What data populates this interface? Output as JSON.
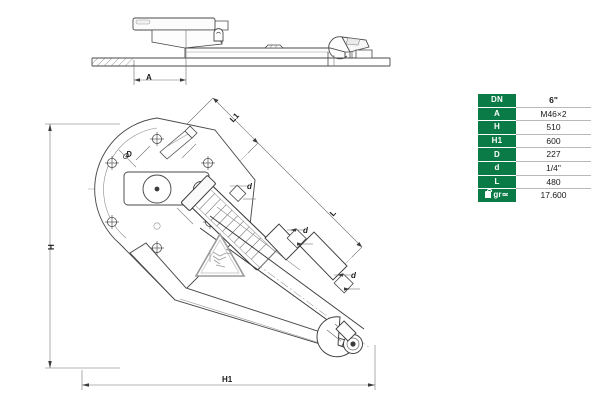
{
  "drawing": {
    "title": "valve-assembly-technical-drawing",
    "views": {
      "top_view": {
        "name": "side-elevation-view",
        "dimension_label": "A"
      },
      "main_view": {
        "name": "sectional-assembly-view",
        "dimension_labels": {
          "height": "H",
          "width": "H1",
          "length_upper": "L1",
          "length_lower": "L",
          "bore_major": "D",
          "bore_minor_1": "d",
          "bore_minor_2": "d",
          "bore_minor_3": "d"
        },
        "hazard_symbol": "crush-hazard-warning-triangle"
      }
    }
  },
  "spec_table": {
    "rows": [
      {
        "key": "DN",
        "value": "6\""
      },
      {
        "key": "A",
        "value": "M46×2"
      },
      {
        "key": "H",
        "value": "510"
      },
      {
        "key": "H1",
        "value": "600"
      },
      {
        "key": "D",
        "value": "227"
      },
      {
        "key": "d",
        "value": "1/4\""
      },
      {
        "key": "L",
        "value": "480"
      },
      {
        "key": "gr≃",
        "value": "17.600",
        "icon": "weight-icon"
      }
    ],
    "header_color": "#0a7a46",
    "header_text_color": "#ffffff",
    "value_text_color": "#1a1a1a"
  },
  "colors": {
    "line": "#3b3b3b",
    "line_light": "#8a8a8a",
    "dim_line": "#6b6b6b",
    "center_line": "#9a9a9a",
    "accent_green": "#0a7a46",
    "background": "#ffffff"
  }
}
